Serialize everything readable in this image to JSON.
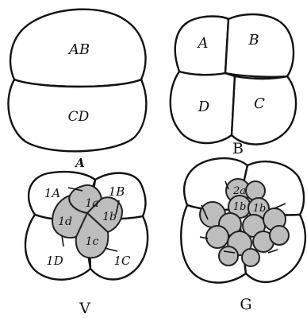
{
  "panels": {
    "two_cell": {
      "caption": "A",
      "blastomeres": [
        "AB",
        "CD"
      ]
    },
    "four_cell": {
      "caption": "B",
      "blastomeres": [
        "A",
        "B",
        "D",
        "C"
      ]
    },
    "eight_cell": {
      "caption": "V",
      "macromeres": [
        "1A",
        "1B",
        "1D",
        "1C"
      ],
      "micromeres": [
        "1a",
        "1b",
        "1d",
        "1c"
      ]
    },
    "sixteen_cell": {
      "caption": "G",
      "micromeres": [
        "2a",
        "1b",
        "1b"
      ]
    }
  }
}
